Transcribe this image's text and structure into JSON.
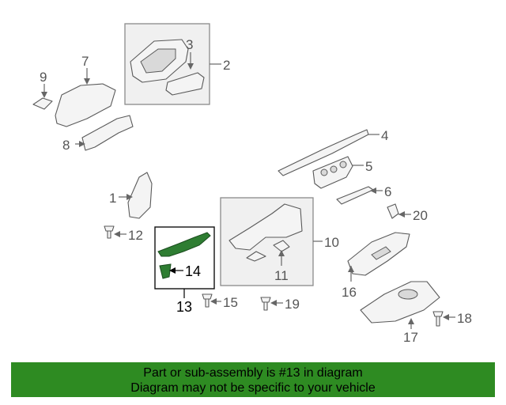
{
  "callouts": {
    "c1": "1",
    "c2": "2",
    "c3": "3",
    "c4": "4",
    "c5": "5",
    "c6": "6",
    "c7": "7",
    "c8": "8",
    "c9": "9",
    "c10": "10",
    "c11": "11",
    "c12": "12",
    "c13": "13",
    "c14": "14",
    "c15": "15",
    "c16": "16",
    "c17": "17",
    "c18": "18",
    "c19": "19",
    "c20": "20"
  },
  "banner": {
    "line1": "Part or sub-assembly is #13 in diagram",
    "line2": "Diagram may not be specific to your vehicle"
  },
  "colors": {
    "banner_bg": "#2e8b22",
    "highlight_part": "#2e7d32"
  }
}
